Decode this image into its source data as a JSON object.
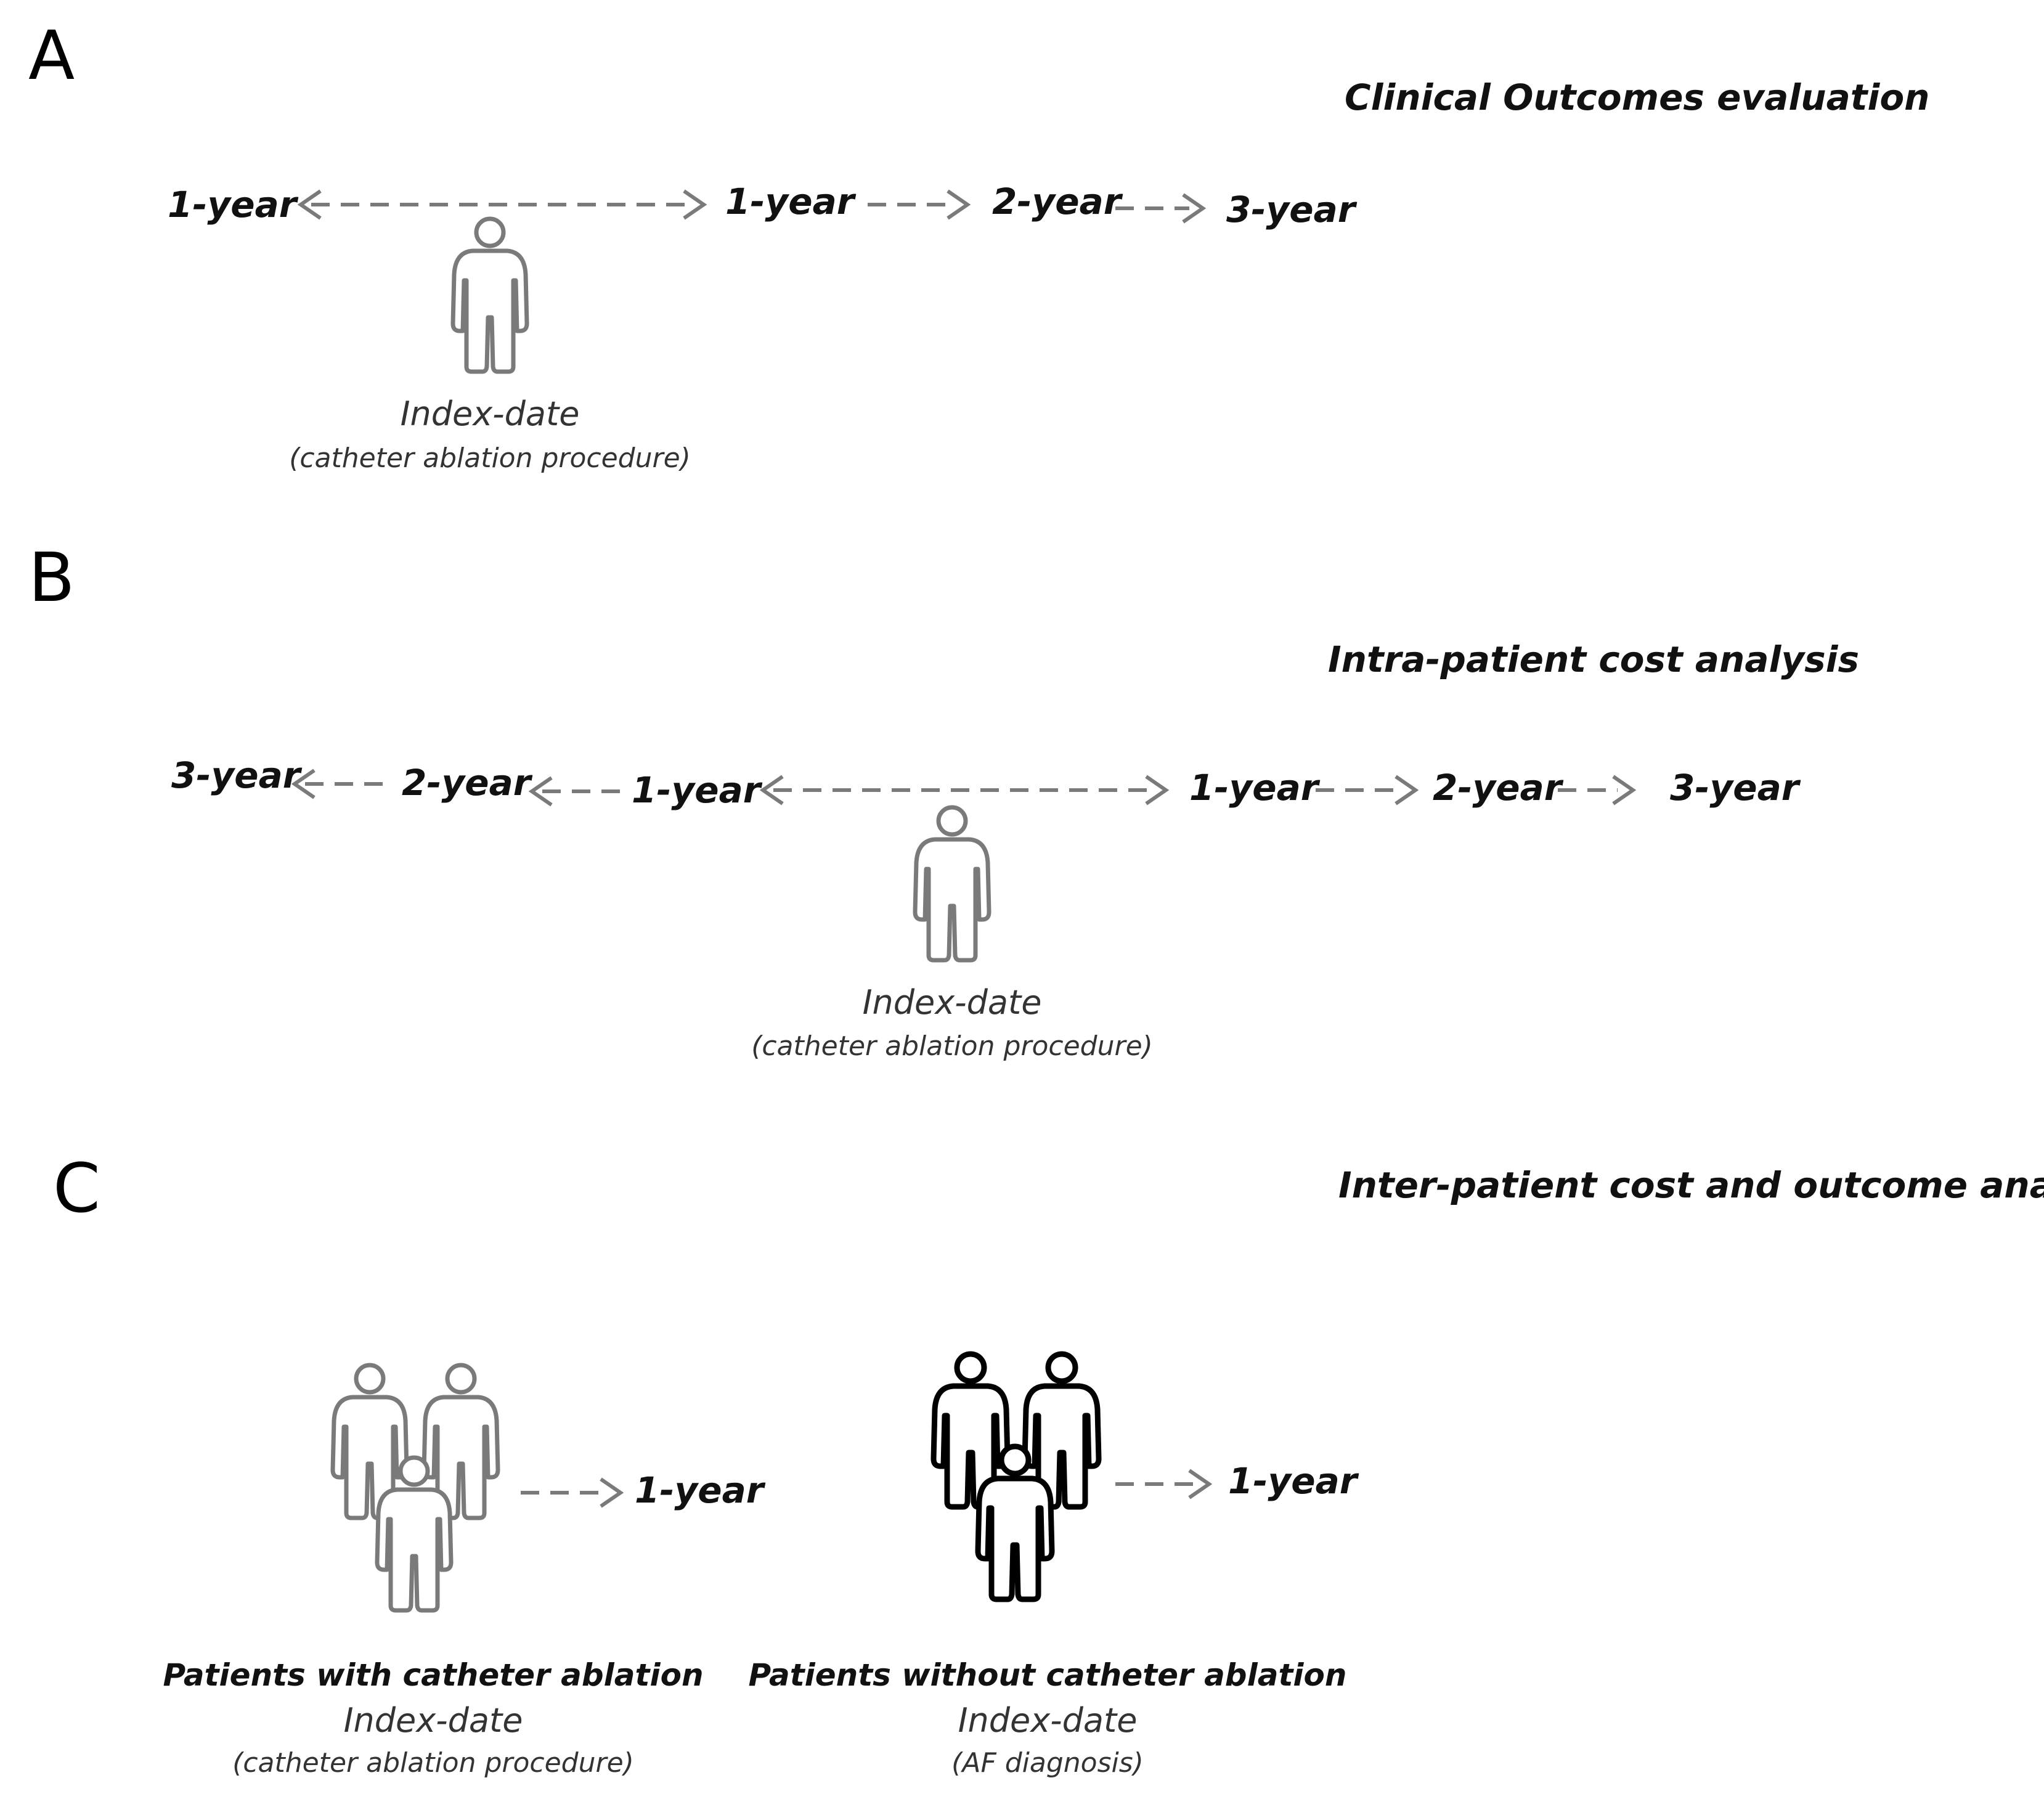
{
  "panels": {
    "a": {
      "letter": "A",
      "title": "Clinical Outcomes evaluation",
      "years": [
        "1-year",
        "1-year",
        "2-year",
        "3-year"
      ],
      "index_label": "Index-date",
      "index_sub": "(catheter ablation procedure)"
    },
    "b": {
      "letter": "B",
      "title": "Intra-patient cost analysis",
      "years": [
        "3-year",
        "2-year",
        "1-year",
        "1-year",
        "2-year",
        "3-year"
      ],
      "index_label": "Index-date",
      "index_sub": "(catheter ablation procedure)"
    },
    "c": {
      "letter": "C",
      "title": "Inter-patient cost and outcome analysis",
      "group1": {
        "year": "1-year",
        "name": "Patients with catheter ablation",
        "index_label": "Index-date",
        "index_sub": "(catheter ablation procedure)",
        "icon_color": "#7a7a7a"
      },
      "group2": {
        "year": "1-year",
        "name": "Patients without catheter ablation",
        "index_label": "Index-date",
        "index_sub": "(AF diagnosis)",
        "icon_color": "#000000"
      }
    }
  }
}
